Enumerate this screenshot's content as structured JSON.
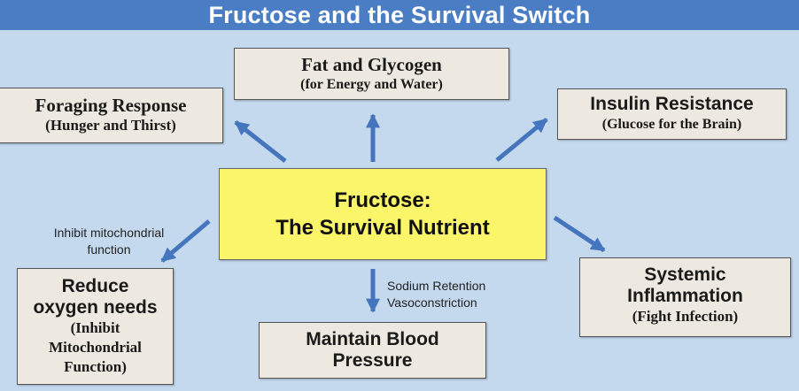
{
  "title": "Fructose and the Survival Switch",
  "center": {
    "line1": "Fructose:",
    "line2": "The Survival Nutrient"
  },
  "boxes": {
    "fat": {
      "title": "Fat and Glycogen",
      "subtitle": "(for Energy and Water)"
    },
    "foraging": {
      "title": "Foraging Response",
      "subtitle": "(Hunger and Thirst)"
    },
    "insulin": {
      "title": "Insulin Resistance",
      "subtitle": "(Glucose for the Brain)"
    },
    "inflammation": {
      "line1": "Systemic",
      "line2": "Inflammation",
      "subtitle": "(Fight Infection)"
    },
    "oxygen": {
      "line1": "Reduce",
      "line2": "oxygen needs",
      "sub1": "(Inhibit",
      "sub2": "Mitochondrial",
      "sub3": "Function)"
    },
    "pressure": {
      "line1": "Maintain Blood",
      "line2": "Pressure"
    }
  },
  "notes": {
    "mito_line1": "Inhibit mitochondrial",
    "mito_line2": "function",
    "sodium": "Sodium Retention",
    "vaso": "Vasoconstriction"
  },
  "colors": {
    "background": "#c4d8ee",
    "title_bar": "#4a7dc3",
    "center_box": "#fbf56a",
    "outer_box": "#ede9e0",
    "arrow": "#4575bd"
  }
}
